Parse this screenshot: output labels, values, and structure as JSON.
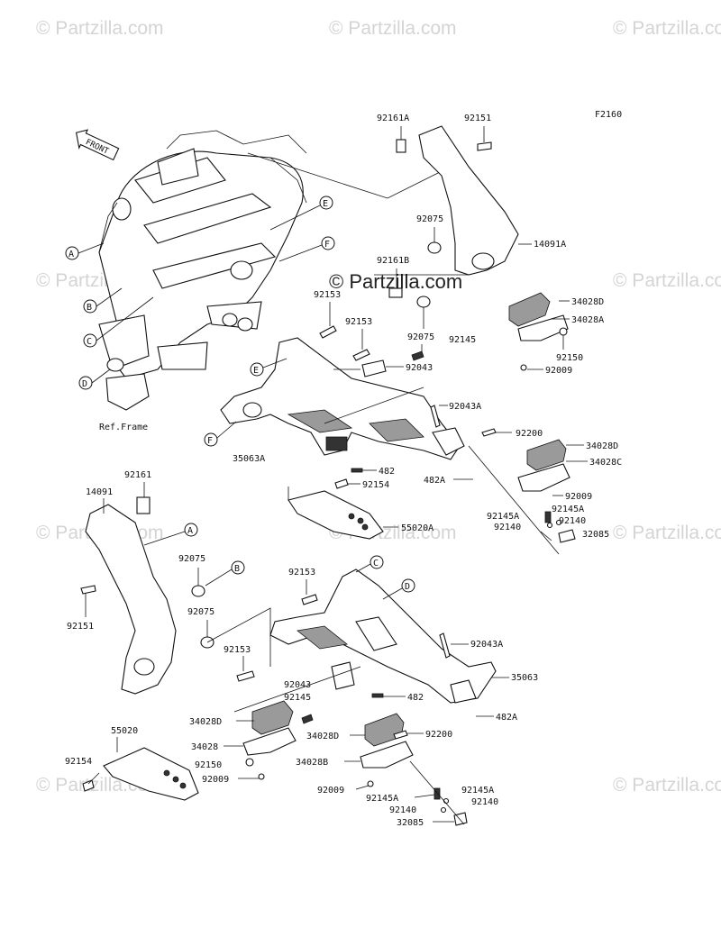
{
  "diagram": {
    "code": "F2160",
    "front_label": "FRONT",
    "ref_label": "Ref.Frame",
    "watermark": "© Partzilla.com",
    "watermark_center": "© Partzilla.com",
    "callouts_top": [
      "A",
      "B",
      "C",
      "D",
      "E",
      "F"
    ],
    "callouts_mid": [
      "E",
      "F"
    ],
    "callouts_bottom": [
      "A",
      "B",
      "C",
      "D"
    ],
    "parts_upper": {
      "p92161A": "92161A",
      "p92151": "92151",
      "p92075a": "92075",
      "p14091A": "14091A",
      "p92161B": "92161B",
      "p92153a": "92153",
      "p92153b": "92153",
      "p92075b": "92075",
      "p34028D": "34028D",
      "p34028A": "34028A",
      "p92145": "92145",
      "p92150": "92150",
      "p92043": "92043",
      "p92009a": "92009",
      "p92043A": "92043A",
      "p92200": "92200",
      "p34028Db": "34028D",
      "p34028C": "34028C",
      "p35063A": "35063A",
      "p482": "482",
      "p482A": "482A",
      "p92154": "92154",
      "p92009b": "92009",
      "p92145Aa": "92145A",
      "p92145Ab": "92145A",
      "p92140a": "92140",
      "p92140b": "92140",
      "p32085": "32085",
      "p55020A": "55020A"
    },
    "parts_lower": {
      "p92161": "92161",
      "p14091": "14091",
      "p92075a": "92075",
      "p92151": "92151",
      "p92075b": "92075",
      "p92153a": "92153",
      "p92153b": "92153",
      "p92043A": "92043A",
      "p35063": "35063",
      "p92043": "92043",
      "p92145": "92145",
      "p482": "482",
      "p482A": "482A",
      "p55020": "55020",
      "p34028D": "34028D",
      "p34028": "34028",
      "p92150": "92150",
      "p92009a": "92009",
      "p34028Db": "34028D",
      "p92200": "92200",
      "p34028B": "34028B",
      "p92154": "92154",
      "p92009b": "92009",
      "p92145Aa": "92145A",
      "p92145Ab": "92145A",
      "p92140a": "92140",
      "p92140b": "92140",
      "p32085": "32085"
    }
  }
}
